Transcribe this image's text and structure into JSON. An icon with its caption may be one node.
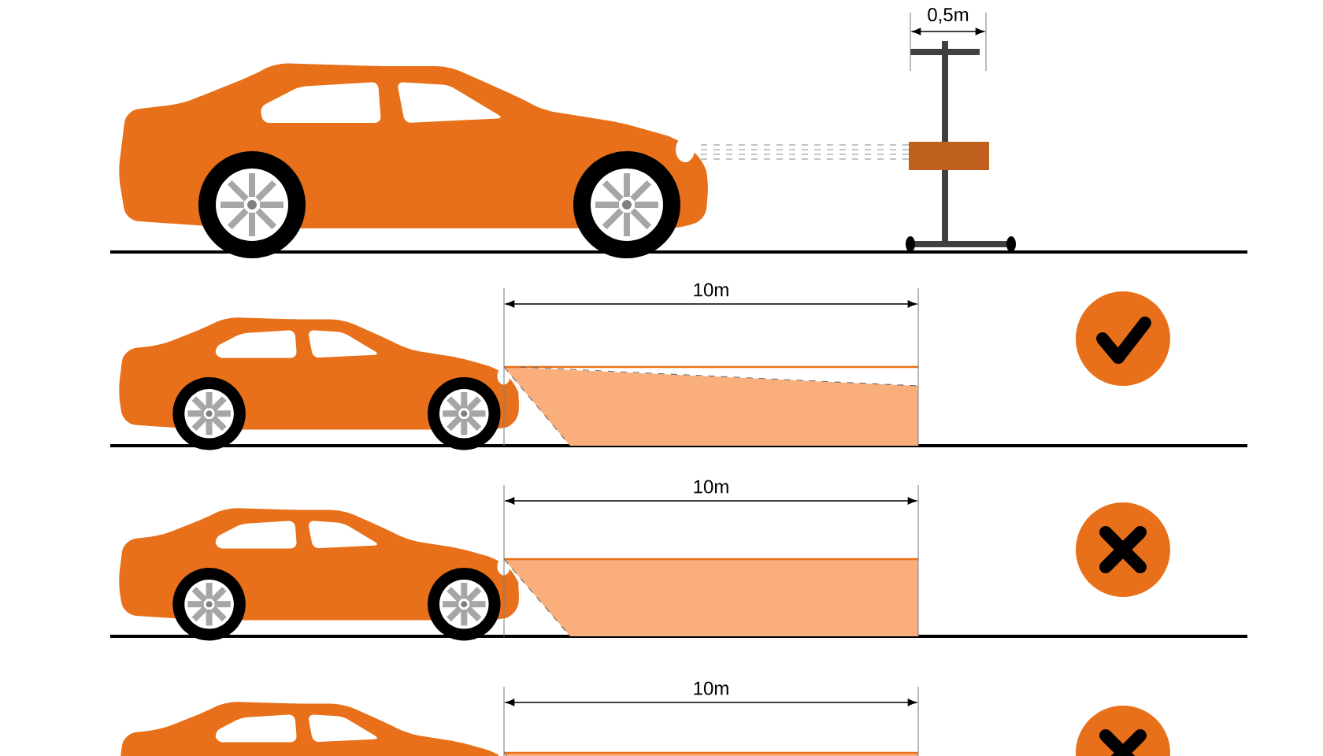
{
  "diagram": {
    "labels": [
      "0,5m",
      "10m",
      "10m",
      "10m"
    ]
  }
}
